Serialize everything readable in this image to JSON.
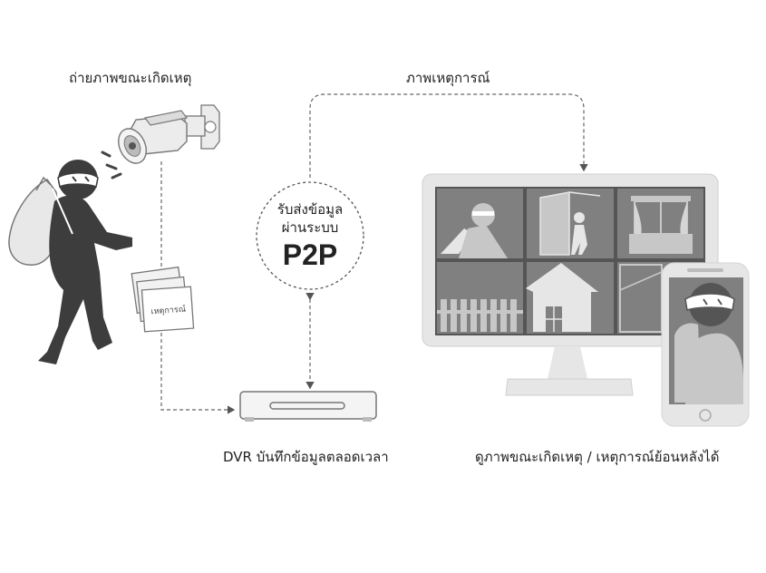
{
  "labels": {
    "capture": "ถ่ายภาพขณะเกิดเหตุ",
    "event_image": "ภาพเหตุการณ์",
    "dvr": "DVR บันทึกข้อมูลตลอดเวลา",
    "view": "ดูภาพขณะเกิดเหตุ / เหตุการณ์ย้อนหลังได้",
    "card_text": "เหตุการณ์"
  },
  "p2p": {
    "line1": "รับส่งข้อมูล",
    "line2": "ผ่านระบบ",
    "big": "P2P"
  },
  "colors": {
    "figure": "#3d3d3d",
    "dark": "#4a4a4a",
    "screen_bg": "#555555",
    "tile": "#808080",
    "light": "#e6e6e6",
    "outline": "#777777",
    "dash": "#666666"
  }
}
